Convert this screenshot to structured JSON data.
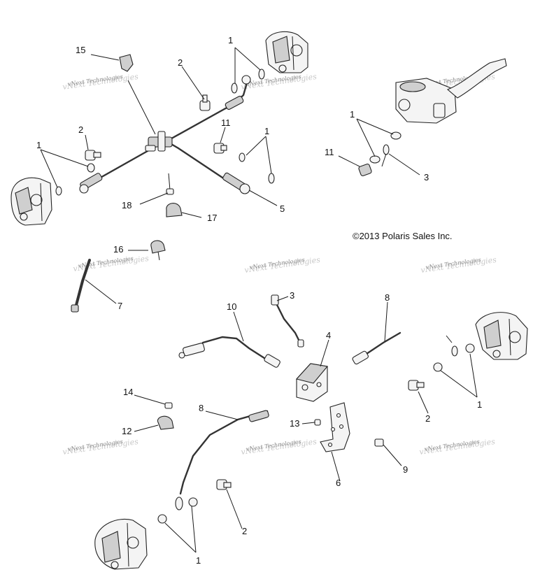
{
  "copyright": "©2013 Polaris Sales Inc.",
  "watermark": "vNext Technologies",
  "callouts": [
    "15",
    "2",
    "1",
    "1",
    "11",
    "2",
    "1",
    "1",
    "11",
    "3",
    "18",
    "17",
    "5",
    "16",
    "7",
    "3",
    "10",
    "8",
    "4",
    "14",
    "8",
    "12",
    "13",
    "1",
    "2",
    "9",
    "6",
    "2",
    "1"
  ]
}
